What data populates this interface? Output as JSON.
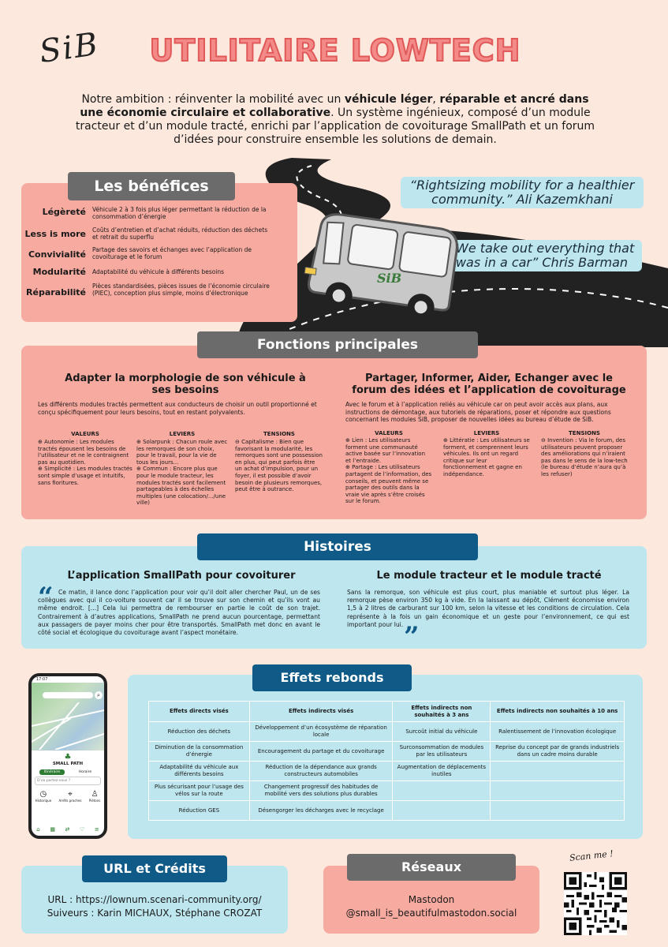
{
  "header": {
    "logo": "SiB",
    "title": "UTILITAIRE LOWTECH",
    "intro_1": "Notre ambition : réinventer la mobilité avec un ",
    "intro_b1": "véhicule léger",
    "intro_2": ", ",
    "intro_b2": "réparable et ancré dans une économie circulaire et collaborative",
    "intro_3": ". Un système ingénieux, composé d’un module tracteur et d’un module tracté, enrichi par l’application de covoiturage SmallPath et un forum d’idées pour construire ensemble les solutions de demain."
  },
  "benefices": {
    "title": "Les bénéfices",
    "items": [
      {
        "label": "Légèreté",
        "desc": "Véhicule 2 à 3 fois plus léger permettant la réduction de la consommation d’énergie"
      },
      {
        "label": "Less is more",
        "desc": "Coûts d’entretien et d’achat réduits, réduction des déchets et retrait du superflu"
      },
      {
        "label": "Convivialité",
        "desc": "Partage des savoirs et échanges avec l’application de covoiturage et le forum"
      },
      {
        "label": "Modularité",
        "desc": "Adaptabilité du véhicule à différents besoins"
      },
      {
        "label": "Réparabilité",
        "desc": "Pièces standardisées, pièces issues de l’économie circulaire (PIEC), conception plus simple, moins d’électronique"
      }
    ]
  },
  "quotes": {
    "q1": "“Rightsizing mobility for a healthier community.” Ali Kazemkhani",
    "q2": "“We take out everything that was in a car” Chris Barman"
  },
  "van": {
    "label": "SiB"
  },
  "fonctions": {
    "title": "Fonctions principales",
    "left": {
      "head": "Adapter la morphologie de son véhicule à ses besoins",
      "intro": "Les différents modules tractés permettent aux conducteurs de choisir un outil proportionné et conçu spécifiquement pour leurs besoins, tout en restant polyvalents.",
      "valeurs_h": "VALEURS",
      "valeurs": "⊕ Autonomie : Les modules tractés épousent les besoins de l’utilisateur et ne le contraignent pas au quotidien.\n⊕ Simplicité : Les modules tractés sont simple d’usage et intuitifs, sans fioritures.",
      "leviers_h": "LEVIERS",
      "leviers": "⊕ Solarpunk : Chacun roule avec les remorques de son choix, pour le travail, pour la vie de tous les jours...\n⊕ Commun : Encore plus que pour le module tracteur, les modules tractés sont facilement partageables à des échelles multiples (une colocation/.../une ville)",
      "tensions_h": "TENSIONS",
      "tensions": "⊖ Capitalisme : Bien que favorisant la modularité, les remorques sont une possession en plus, qui peut parfois être un achat d’impulsion, pour un foyer, il est possible d’avoir besoin de plusieurs remorques, peut être à outrance."
    },
    "right": {
      "head": "Partager, Informer, Aider, Echanger avec le forum des idées et l’application de covoiturage",
      "intro": "Avec le forum et à l’application reliés au véhicule car on peut avoir accès aux plans, aux instructions de démontage, aux tutoriels de réparations, poser et répondre aux questions concernant les modules SiB, proposer de nouvelles idées au bureau d’étude de SiB.",
      "valeurs_h": "VALEURS",
      "valeurs": "⊕ Lien : Les utilisateurs forment une communauté active basée sur l’innovation et l’entraide.\n⊕ Partage : Les utilisateurs partagent de l’information, des conseils, et peuvent même se partager des outils dans la vraie vie après s’être croisés sur le forum.",
      "leviers_h": "LEVIERS",
      "leviers": "⊕ Littératie : Les utilisateurs se forment, et comprennent leurs véhicules. Ils ont un regard critique sur leur fonctionnement et gagne en indépendance.",
      "tensions_h": "TENSIONS",
      "tensions": "⊖ Invention : Via le forum, des utilisateurs peuvent proposer des améliorations qui n’iraient pas dans le sens de la low-tech (le bureau d’étude n’aura qu’à les refuser)"
    }
  },
  "histoires": {
    "title": "Histoires",
    "left_head": "L’application SmallPath pour covoiturer",
    "left_text": "Ce matin, il lance donc l’application pour voir qu’il doit aller chercher Paul, un de ses collègues avec qui il co-voiture souvent car il se trouve sur son chemin et qu’ils vont au même endroit. [...] Cela lui permettra de rembourser en partie le coût de son trajet. Contrairement à d’autres applications, SmallPath ne prend aucun pourcentage, permettant aux passagers de payer moins cher pour être transportés. SmallPath met donc en avant le côté social et écologique du covoiturage avant l’aspect monétaire.",
    "right_head": "Le module tracteur et le module tracté",
    "right_text": "Sans la remorque, son véhicule est plus court, plus maniable et surtout plus léger. La remorque pèse environ 350 kg à vide. En la laissant au dépôt, Clément économise environ 1,5 à 2 litres de carburant sur 100 km, selon la vitesse et les conditions de circulation. Cela représente à la fois un gain économique et un geste pour l’environnement, ce qui est important pour lui."
  },
  "phone": {
    "time": "17:07",
    "brand": "SMALL PATH",
    "tab1": "Itinéraire",
    "tab2": "Horaire",
    "placeholder": "D’où partez-vous ?",
    "a1": "Historique",
    "a2": "Arrêts proches",
    "a3": "Piétons"
  },
  "effets": {
    "title": "Effets rebonds",
    "headers": [
      "Effets directs visés",
      "Effets indirects visés",
      "Effets indirects non souhaités à 3 ans",
      "Effets indirects non souhaités à 10 ans"
    ],
    "rows": [
      [
        "Réduction des déchets",
        "Développement d’un écosystème de réparation locale",
        "Surcoût initial du véhicule",
        "Ralentissement de l’innovation écologique"
      ],
      [
        "Diminution de la consommation d’énergie",
        "Encouragement du partage et du covoiturage",
        "Surconsommation de modules par les utilisateurs",
        "Reprise du concept par de grands industriels dans un cadre moins durable"
      ],
      [
        "Adaptabilité du véhicule aux différents besoins",
        "Réduction de la dépendance aux grands constructeurs automobiles",
        "Augmentation de déplacements inutiles",
        ""
      ],
      [
        "Plus sécurisant pour l’usage des vélos sur la route",
        "Changement progressif des habitudes de mobilité vers des solutions plus durables",
        "",
        ""
      ],
      [
        "Réduction GES",
        "Désengorger les décharges avec le recyclage",
        "",
        ""
      ]
    ]
  },
  "credits": {
    "title": "URL et Crédits",
    "url": "URL : https://lownum.scenari-community.org/",
    "suiveurs": "Suiveurs : Karin MICHAUX, Stéphane CROZAT"
  },
  "reseaux": {
    "title": "Réseaux",
    "line1": "Mastodon",
    "line2": "@small_is_beautifulmastodon.social"
  },
  "scan": "Scan me !"
}
